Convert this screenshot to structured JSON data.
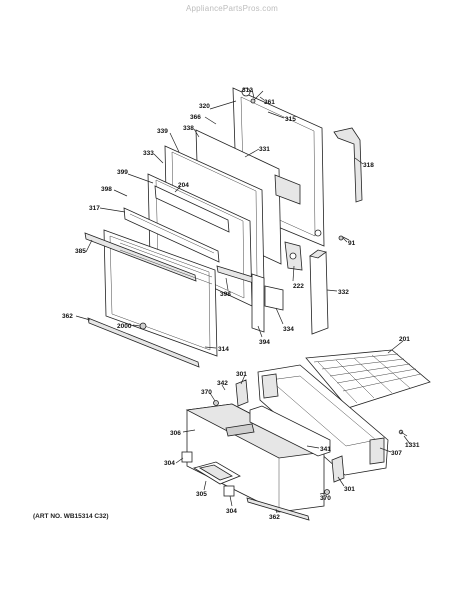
{
  "watermark": "AppliancePartsPros.com",
  "art_number": "(ART NO. WB15314 C32)",
  "labels": {
    "l312": "312",
    "l361": "361",
    "l320": "320",
    "l366": "366",
    "l315": "315",
    "l339": "339",
    "l338": "338",
    "l331": "331",
    "l333": "333",
    "l318": "318",
    "l204": "204",
    "l399": "399",
    "l398a": "398",
    "l317": "317",
    "l385": "385",
    "l91": "91",
    "l222": "222",
    "l332": "332",
    "l398b": "398",
    "l334": "334",
    "l362a": "362",
    "l2000": "2000",
    "l314": "314",
    "l394": "394",
    "l201": "201",
    "l301a": "301",
    "l342": "342",
    "l370a": "370",
    "l306": "306",
    "l1331": "1331",
    "l341": "341",
    "l307": "307",
    "l304a": "304",
    "l370b": "370",
    "l305": "305",
    "l301b": "301",
    "l304b": "304",
    "l362b": "362"
  }
}
